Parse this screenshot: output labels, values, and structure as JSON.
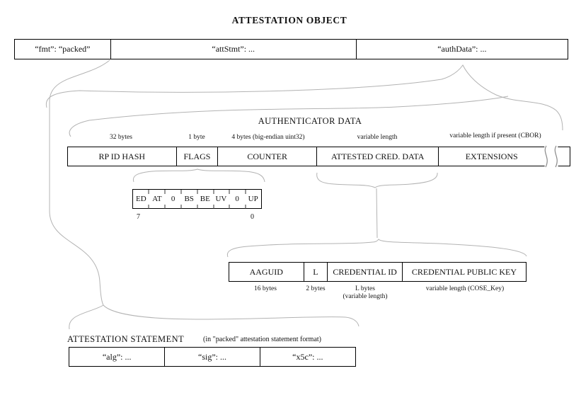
{
  "title": "ATTESTATION OBJECT",
  "colors": {
    "background": "#ffffff",
    "box_border": "#000000",
    "connector_curve": "#b3b3b3",
    "break_mark": "#8a8a8a",
    "text": "#111111"
  },
  "attestation_object_row": {
    "cells": [
      {
        "label": "“fmt”: “packed”"
      },
      {
        "label": "“attStmt”: ..."
      },
      {
        "label": "“authData”: ..."
      }
    ]
  },
  "authenticator_data": {
    "title": "AUTHENTICATOR DATA",
    "fields": [
      {
        "name": "RP ID HASH",
        "size": "32 bytes"
      },
      {
        "name": "FLAGS",
        "size": "1 byte"
      },
      {
        "name": "COUNTER",
        "size": "4 bytes (big-endian uint32)"
      },
      {
        "name": "ATTESTED CRED. DATA",
        "size": "variable length"
      },
      {
        "name": "EXTENSIONS",
        "size": "variable length if present (CBOR)"
      }
    ]
  },
  "flags_bits": {
    "bits": [
      "ED",
      "AT",
      "0",
      "BS",
      "BE",
      "UV",
      "0",
      "UP"
    ],
    "msb_label": "7",
    "lsb_label": "0"
  },
  "attested_cred_data": {
    "fields": [
      {
        "name": "AAGUID",
        "size": "16 bytes",
        "size2": ""
      },
      {
        "name": "L",
        "size": "2 bytes",
        "size2": ""
      },
      {
        "name": "CREDENTIAL ID",
        "size": "L bytes",
        "size2": "(variable length)"
      },
      {
        "name": "CREDENTIAL PUBLIC KEY",
        "size": "variable length (COSE_Key)",
        "size2": ""
      }
    ]
  },
  "attestation_statement": {
    "title": "ATTESTATION STATEMENT",
    "subtitle": "(in \"packed\" attestation statement format)",
    "cells": [
      {
        "label": "“alg”: ..."
      },
      {
        "label": "“sig”: ..."
      },
      {
        "label": "“x5c”: ..."
      }
    ]
  }
}
